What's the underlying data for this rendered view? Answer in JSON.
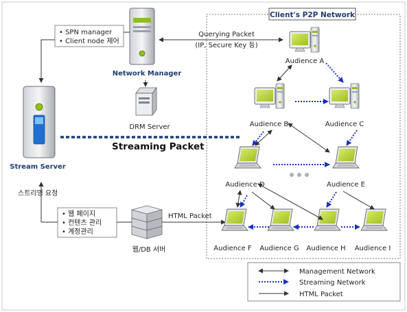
{
  "network_title": "Client's P2P Network",
  "nodes": {
    "network_manager": "Network Manager",
    "drm_server": "DRM Server",
    "stream_server": "Stream Server",
    "web_db_server": "웹/DB 서버",
    "audience_a": "Audience A",
    "audience_b": "Audience B",
    "audience_c": "Audience C",
    "audience_d": "Audience D",
    "audience_e": "Audience E",
    "audience_f": "Audience F",
    "audience_g": "Audience G",
    "audience_h": "Audience H",
    "audience_i": "Audience I"
  },
  "notes": {
    "manager_box": [
      "• SPN manager",
      "• Client node 제어"
    ],
    "web_box": [
      "• 웹 페이지",
      "• 컨텐츠 관리",
      "• 계정관리"
    ],
    "stream_request": "스트리밍 요청"
  },
  "edge_labels": {
    "querying_packet": "Querying Packet",
    "querying_detail": "(IP, Secure Key 등)",
    "streaming_packet": "Streaming Packet",
    "html_packet": "HTML Packet"
  },
  "legend": {
    "items": [
      {
        "label": "Management Network",
        "style": "double-arrow-solid"
      },
      {
        "label": "Streaming Network",
        "style": "double-arrow-dotted-blue"
      },
      {
        "label": "HTML Packet",
        "style": "arrow-solid"
      }
    ]
  },
  "colors": {
    "streaming": "#1a2fbf",
    "management": "#333333",
    "screen": "#b8d334",
    "server_accent": "#8fbf1a",
    "title": "#1f3b73"
  }
}
